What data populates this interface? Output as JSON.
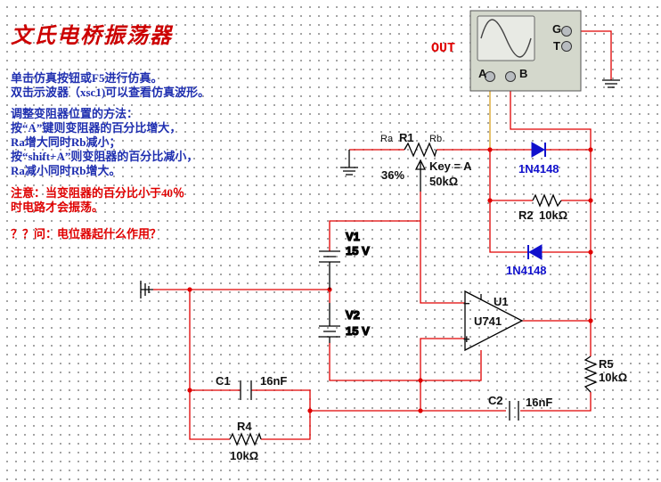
{
  "title": "文氏电桥振荡器",
  "instructions": {
    "sim_1": "单击仿真按钮或F5进行仿真。",
    "sim_2": "双击示波器（xsc1)可以查看仿真波形。",
    "adjust_title": "调整变阻器位置的方法：",
    "adjust_1": "按“A”键则变阻器的百分比增大，",
    "adjust_2": "Ra增大同时Rb减小；",
    "adjust_3": "按“shift+A”则变阻器的百分比减小，",
    "adjust_4": "Ra减小同时Rb增大。",
    "warn_1": "注意：当变阻器的百分比小于40％",
    "warn_2": "时电路才会振荡。",
    "question": "？？问：电位器起什么作用？"
  },
  "oscilloscope": {
    "out_label": "OUT",
    "terminal_g": "G",
    "terminal_t": "T",
    "terminal_a": "A",
    "terminal_b": "B"
  },
  "components": {
    "r1": {
      "name": "R1",
      "ra": "Ra",
      "rb": "Rb",
      "percent": "36%",
      "key": "Key = A",
      "value": "50kΩ"
    },
    "d_top": {
      "model": "1N4148"
    },
    "r2": {
      "name": "R2",
      "value": "10kΩ"
    },
    "d_bottom": {
      "model": "1N4148"
    },
    "v1": {
      "name": "V1",
      "value": "15 V"
    },
    "v2": {
      "name": "V2",
      "value": "15 V"
    },
    "u1": {
      "name": "U1",
      "model": "U741",
      "minus": "−",
      "plus": "+"
    },
    "r5": {
      "name": "R5",
      "value": "10kΩ"
    },
    "c1": {
      "name": "C1",
      "value": "16nF"
    },
    "c2": {
      "name": "C2",
      "value": "16nF"
    },
    "r4": {
      "name": "R4",
      "value": "10kΩ"
    }
  }
}
